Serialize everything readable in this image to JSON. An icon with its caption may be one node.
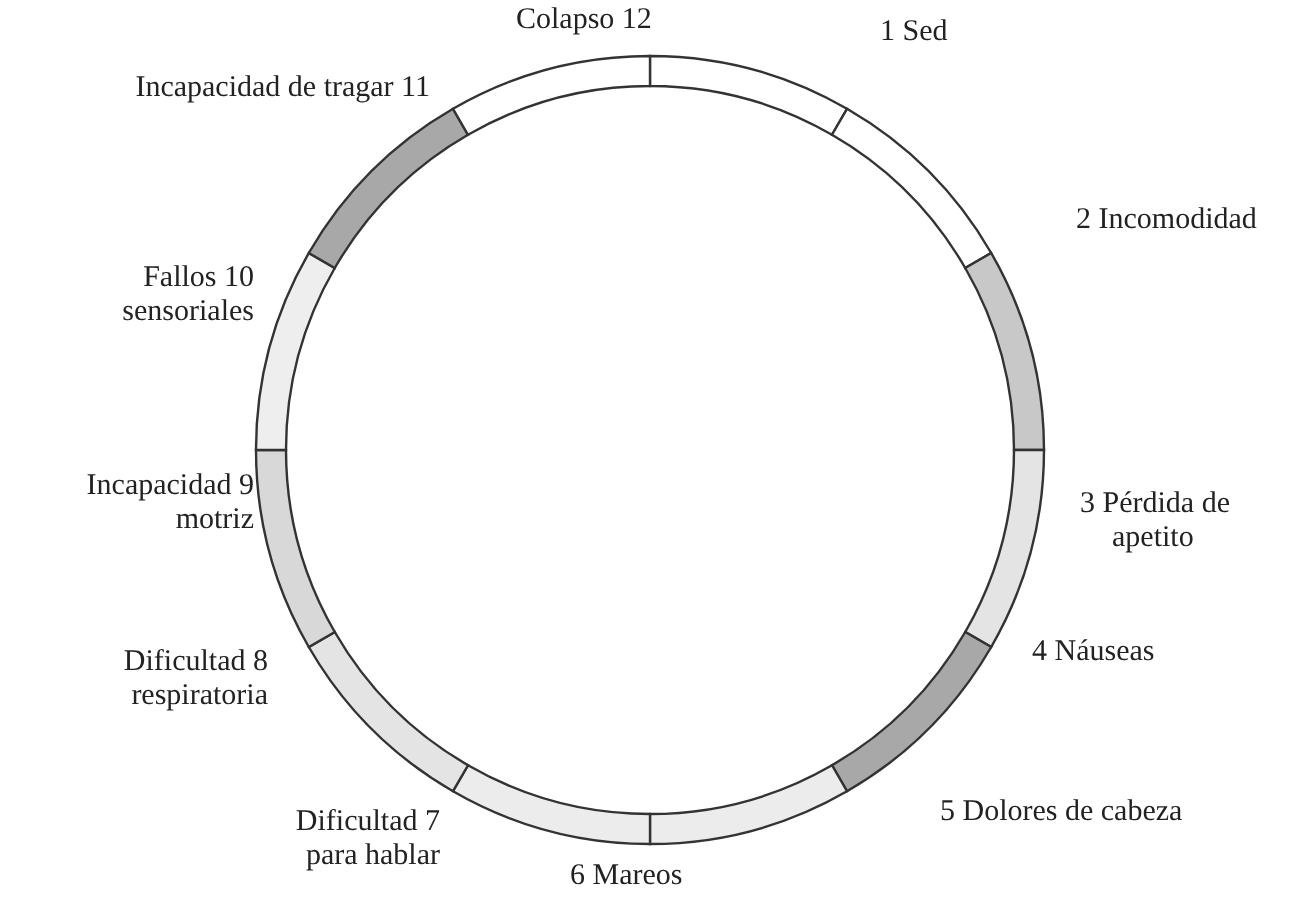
{
  "diagram": {
    "labels": [
      "Colapso 12",
      "1 Sed",
      "Incapacidad de tragar 11",
      "2 Incomodidad",
      "Fallos 10 sensoriales",
      "Incapacidad 9 motriz",
      "3 Pérdida de apetito",
      "Dificultad 8 respiratoria",
      "4 Náuseas",
      "Dificultad 7 para hablar",
      "5 Dolores de cabeza",
      "6 Mareos"
    ]
  }
}
